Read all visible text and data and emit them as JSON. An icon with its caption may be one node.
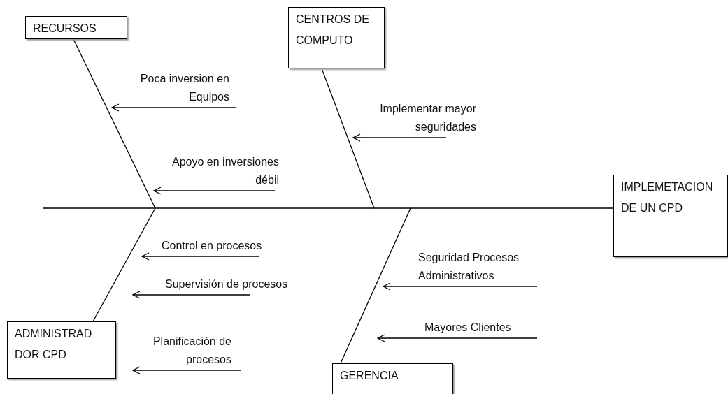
{
  "diagram": {
    "nodes": [
      {
        "text": [
          "RECURSOS"
        ]
      },
      {
        "text": [
          "CENTROS DE COMPUTO"
        ]
      },
      {
        "text": [
          "Poca inversion en Equipos"
        ]
      },
      {
        "text": [
          "Implementar mayor seguridades"
        ]
      },
      {
        "text": [
          "Apoyo en inversiones débil"
        ]
      },
      {
        "text": [
          "IMPLEMETACION DE UN CPD"
        ]
      },
      {
        "text": [
          "Control en procesos"
        ]
      },
      {
        "text": [
          "Seguridad Procesos Administrativos"
        ]
      },
      {
        "text": [
          "Supervisión de procesos"
        ]
      },
      {
        "text": [
          "Planificación de procesos"
        ]
      },
      {
        "text": [
          "Mayores Clientes"
        ]
      },
      {
        "text": [
          "ADMINISTRAD DOR CPD"
        ]
      },
      {
        "text": [
          "GERENCIA"
        ]
      }
    ],
    "edges": [
      {
        "from": null,
        "to": 5,
        "arrow": "none"
      },
      {
        "from": 0,
        "to": null,
        "arrow": "none"
      },
      {
        "from": 1,
        "to": null,
        "arrow": "none"
      },
      {
        "from": 11,
        "to": null,
        "arrow": "none"
      },
      {
        "from": 12,
        "to": null,
        "arrow": "none"
      },
      {
        "from": 2,
        "to": null,
        "arrow": "to"
      },
      {
        "from": 3,
        "to": null,
        "arrow": "to"
      },
      {
        "from": 4,
        "to": null,
        "arrow": "to"
      },
      {
        "from": 6,
        "to": null,
        "arrow": "to"
      },
      {
        "from": 7,
        "to": null,
        "arrow": "to"
      },
      {
        "from": 8,
        "to": null,
        "arrow": "to"
      },
      {
        "from": 9,
        "to": null,
        "arrow": "to"
      },
      {
        "from": 10,
        "to": null,
        "arrow": "to"
      }
    ]
  }
}
